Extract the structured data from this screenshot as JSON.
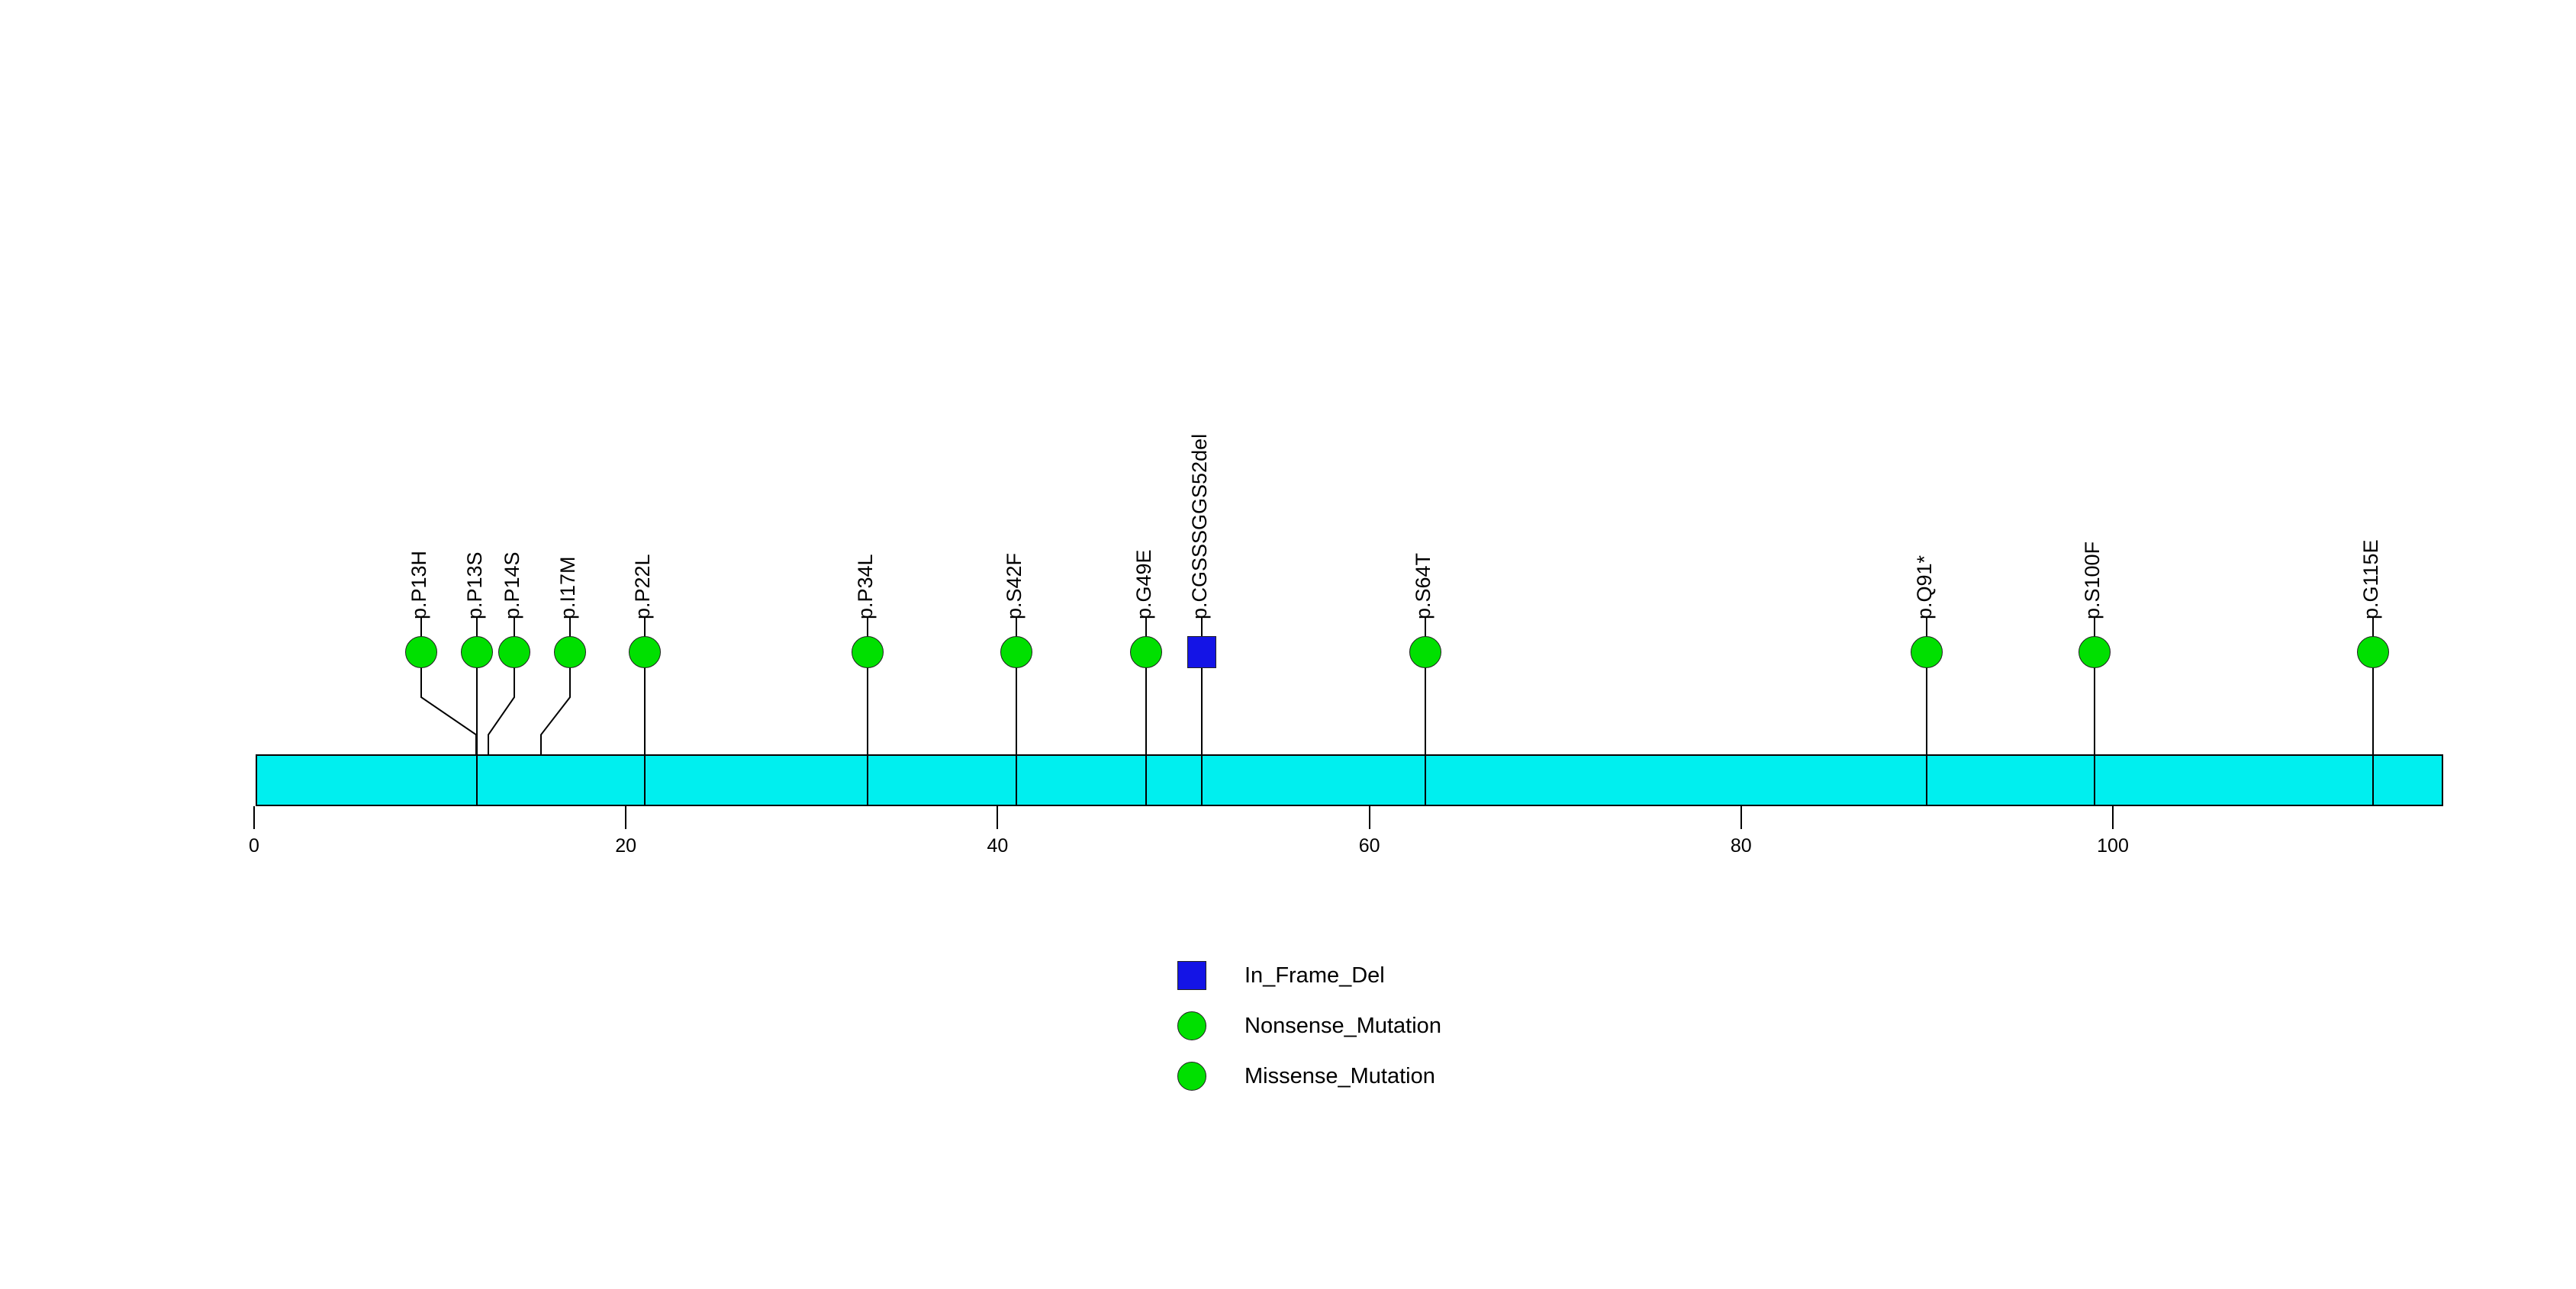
{
  "chart_data": {
    "type": "lollipop",
    "title": "",
    "xlabel": "",
    "ylabel": "",
    "xlim": [
      0,
      117.7
    ],
    "axis_ticks": [
      0,
      20,
      40,
      60,
      80,
      100
    ],
    "axis_tick_labels": [
      "0",
      "20",
      "40",
      "60",
      "80",
      "100"
    ],
    "protein_bar": {
      "start": 0,
      "end": 117.7,
      "color": "#00efef",
      "border_color": "#000000"
    },
    "grid": false,
    "legend_position": "bottom-center",
    "mutations": [
      {
        "label": "p.P13H",
        "position": 9,
        "shape": "circle",
        "color": "#00e000",
        "class": "Missense_Mutation",
        "leader": true
      },
      {
        "label": "p.P13S",
        "position": 12,
        "shape": "circle",
        "color": "#00e000",
        "class": "Missense_Mutation",
        "leader": false
      },
      {
        "label": "p.P14S",
        "position": 14,
        "shape": "circle",
        "color": "#00e000",
        "class": "Missense_Mutation",
        "leader": true
      },
      {
        "label": "p.I17M",
        "position": 17,
        "shape": "circle",
        "color": "#00e000",
        "class": "Missense_Mutation",
        "leader": true
      },
      {
        "label": "p.P22L",
        "position": 21,
        "shape": "circle",
        "color": "#00e000",
        "class": "Missense_Mutation",
        "leader": false
      },
      {
        "label": "p.P34L",
        "position": 33,
        "shape": "circle",
        "color": "#00e000",
        "class": "Missense_Mutation",
        "leader": false
      },
      {
        "label": "p.S42F",
        "position": 41,
        "shape": "circle",
        "color": "#00e000",
        "class": "Missense_Mutation",
        "leader": false
      },
      {
        "label": "p.G49E",
        "position": 48,
        "shape": "circle",
        "color": "#00e000",
        "class": "Missense_Mutation",
        "leader": false
      },
      {
        "label": "p.CGSSSGGS52del",
        "position": 51,
        "shape": "square",
        "color": "#1414e6",
        "class": "In_Frame_Del",
        "leader": false
      },
      {
        "label": "p.S64T",
        "position": 63,
        "shape": "circle",
        "color": "#00e000",
        "class": "Missense_Mutation",
        "leader": false
      },
      {
        "label": "p.Q91*",
        "position": 90,
        "shape": "circle",
        "color": "#00e000",
        "class": "Nonsense_Mutation",
        "leader": false
      },
      {
        "label": "p.S100F",
        "position": 99,
        "shape": "circle",
        "color": "#00e000",
        "class": "Missense_Mutation",
        "leader": false
      },
      {
        "label": "p.G115E",
        "position": 114,
        "shape": "circle",
        "color": "#00e000",
        "class": "Missense_Mutation",
        "leader": false
      }
    ],
    "legend": [
      {
        "label": "In_Frame_Del",
        "shape": "square",
        "color": "#1414e6"
      },
      {
        "label": "Nonsense_Mutation",
        "shape": "circle",
        "color": "#00e000"
      },
      {
        "label": "Missense_Mutation",
        "shape": "circle",
        "color": "#00e000"
      }
    ]
  },
  "colors": {
    "protein": "#00efef",
    "missense": "#00e000",
    "nonsense": "#00e000",
    "inframedel": "#1414e6",
    "outline": "#000000"
  }
}
